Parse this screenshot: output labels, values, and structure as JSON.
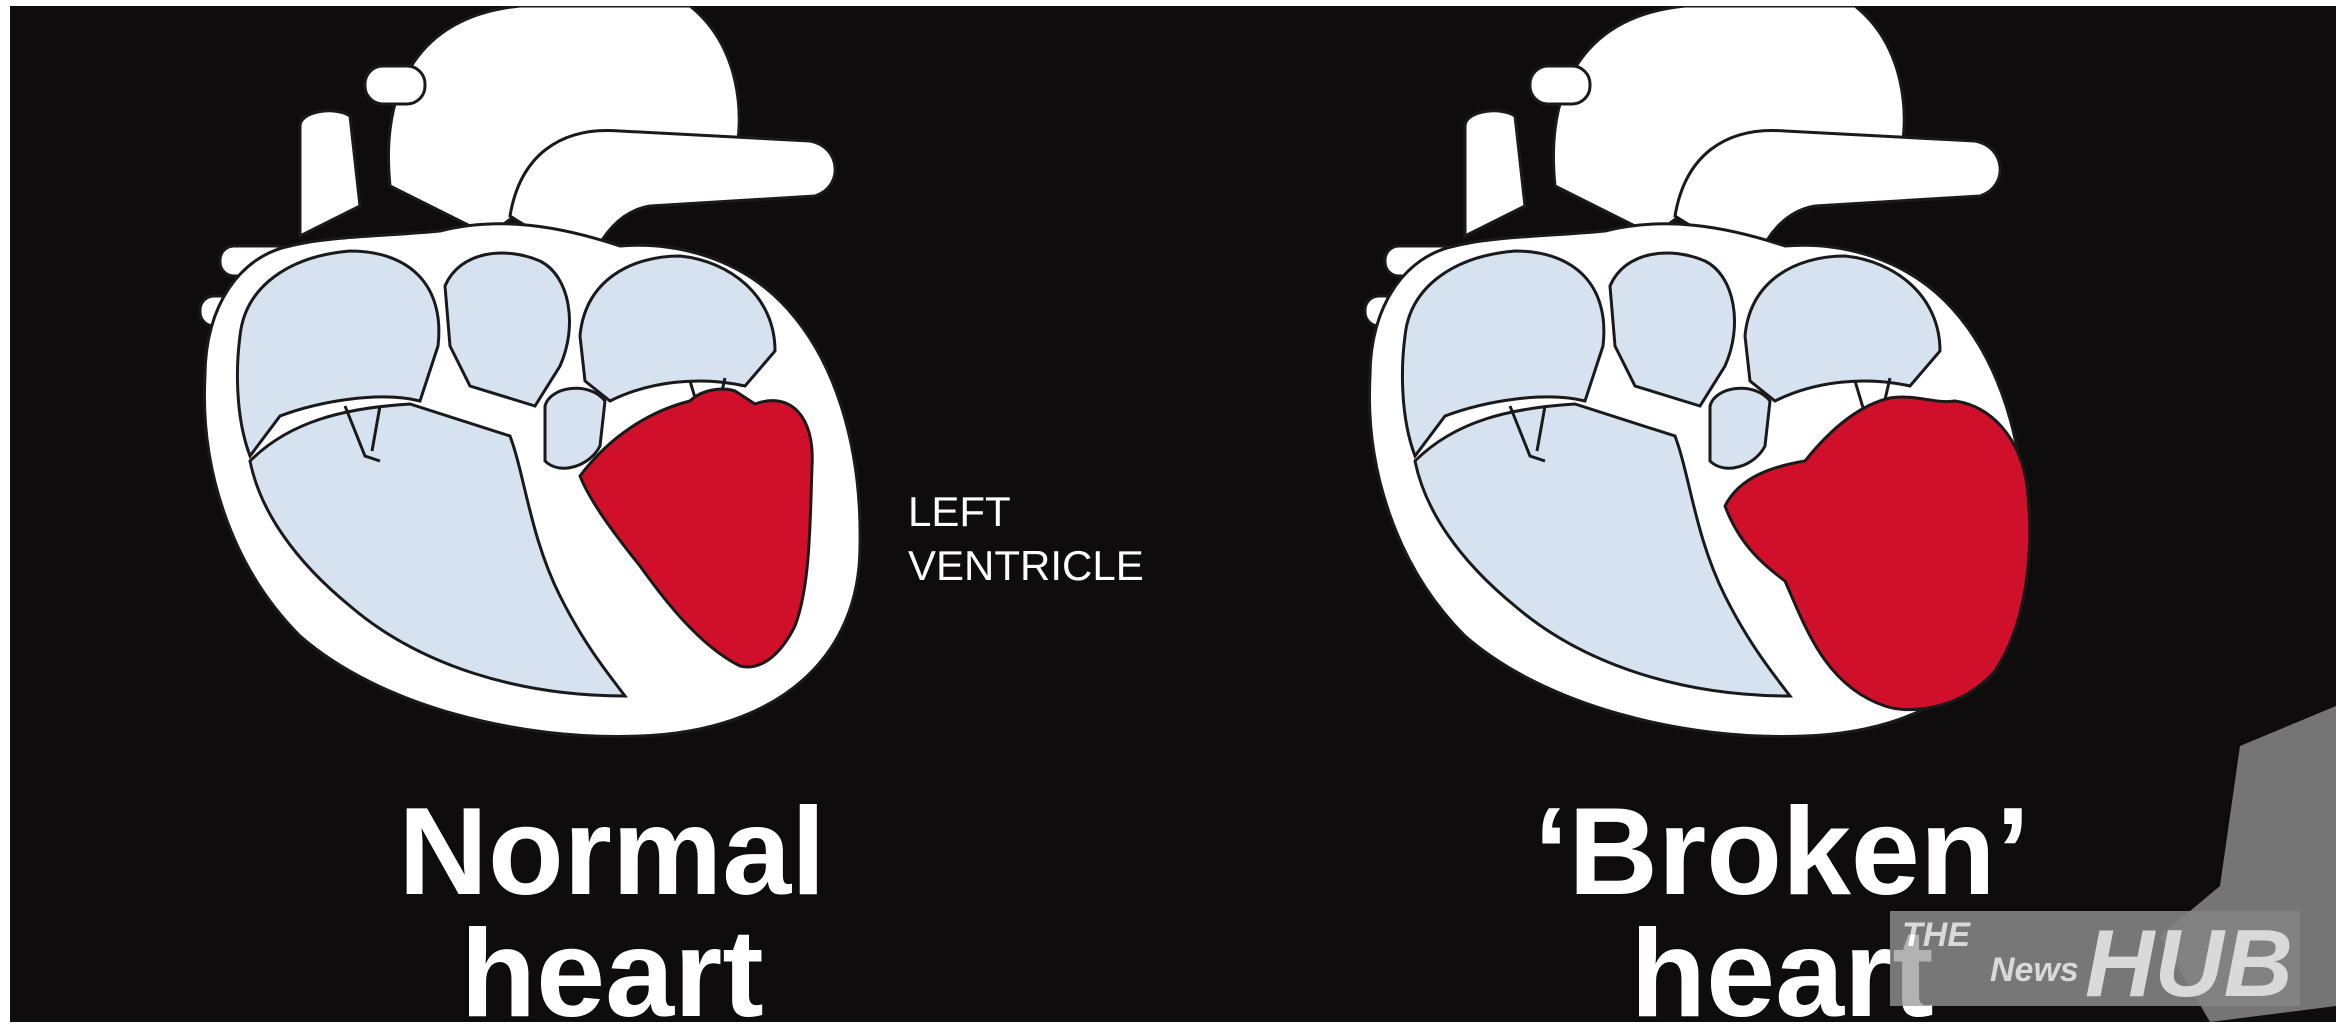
{
  "colors": {
    "background": "#0e0c0c",
    "outline": "#1a1a1a",
    "heart_white": "#ffffff",
    "chamber_blue": "#d6e2f0",
    "left_ventricle_red": "#d0102b",
    "watermark": "#8a8a8a"
  },
  "annotation": {
    "line1": "LEFT",
    "line2": "VENTRICLE"
  },
  "normal": {
    "line1": "Normal",
    "line2": "heart"
  },
  "broken": {
    "line1": "‘Broken’",
    "line2": "heart"
  },
  "watermark": {
    "small1": "THE",
    "small2": "News",
    "big": "HUB"
  }
}
